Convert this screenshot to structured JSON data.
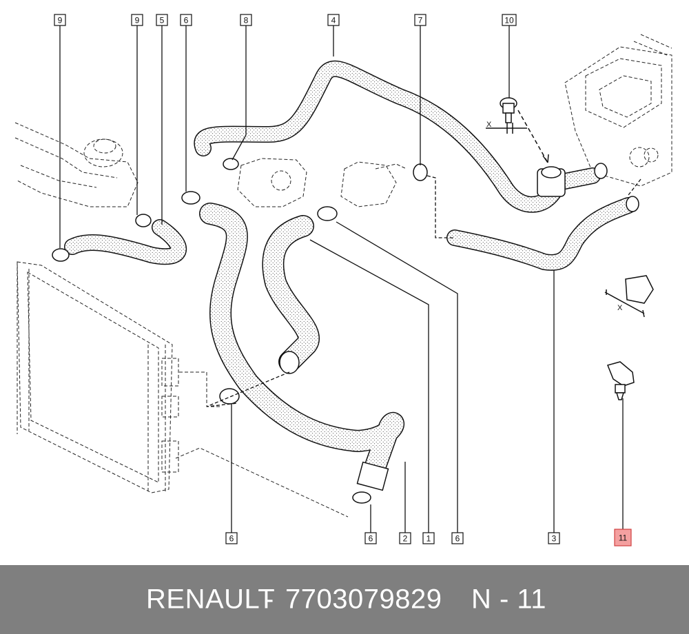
{
  "callouts": [
    {
      "label": "9"
    },
    {
      "label": "9"
    },
    {
      "label": "5"
    },
    {
      "label": "6"
    },
    {
      "label": "8"
    },
    {
      "label": "4"
    },
    {
      "label": "7"
    },
    {
      "label": "10"
    },
    {
      "label": "6"
    },
    {
      "label": "6"
    },
    {
      "label": "2"
    },
    {
      "label": "1"
    },
    {
      "label": "6"
    },
    {
      "label": "3"
    },
    {
      "label": "11",
      "highlighted": true
    }
  ],
  "dimension_marks": [
    "X",
    "X"
  ],
  "footer": {
    "brand": "RENAULT",
    "separator": "-",
    "part_number": "7703079829",
    "reference": "N - 11"
  },
  "colors": {
    "footer_bg": "#7f7f7f",
    "footer_text": "#ffffff",
    "highlight": "#f4a0a0",
    "line": "#1a1a1a"
  }
}
